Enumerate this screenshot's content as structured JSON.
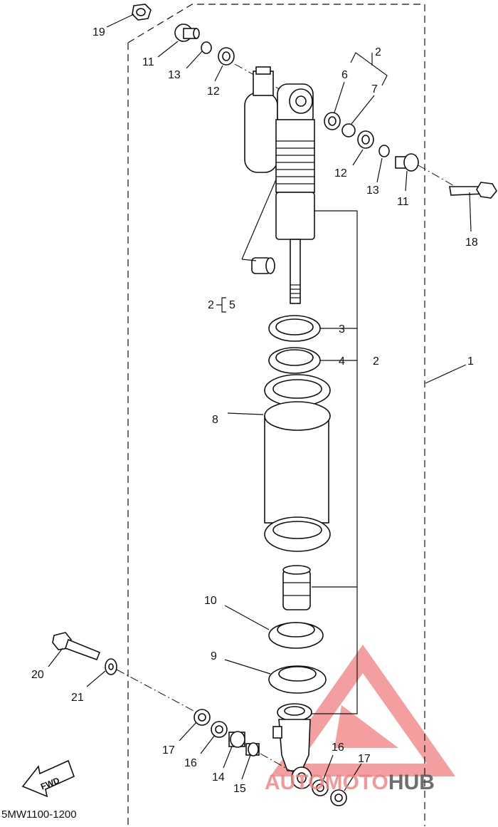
{
  "diagram_code": "5MW1100-1200",
  "fwd_label": "FWD",
  "watermark": {
    "part1": "AUTOMOTO",
    "part2": "HUB",
    "color_primary": "#f07f7f",
    "color_secondary": "#555555"
  },
  "callouts": {
    "c1": "1",
    "c2a": "2",
    "c2b": "2",
    "c2c": "2",
    "c3": "3",
    "c4": "4",
    "c5": "5",
    "c6": "6",
    "c7": "7",
    "c8": "8",
    "c9": "9",
    "c10": "10",
    "c11a": "11",
    "c11b": "11",
    "c12a": "12",
    "c12b": "12",
    "c13a": "13",
    "c13b": "13",
    "c14": "14",
    "c15": "15",
    "c16a": "16",
    "c16b": "16",
    "c17a": "17",
    "c17b": "17",
    "c18": "18",
    "c19": "19",
    "c20": "20",
    "c21": "21"
  }
}
